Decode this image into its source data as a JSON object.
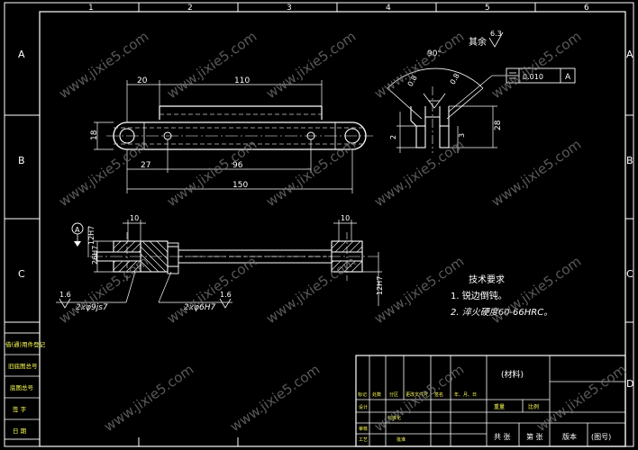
{
  "frame": {
    "col_numbers": [
      "1",
      "2",
      "3",
      "4",
      "5",
      "6"
    ],
    "row_letters": [
      "A",
      "B",
      "C",
      "D"
    ]
  },
  "watermark": "www.jixie5.com",
  "top_view": {
    "dims": [
      "20",
      "110",
      "18",
      "27",
      "96",
      "150"
    ]
  },
  "side_view": {
    "angle": "90°",
    "chamfer_left": "0.8",
    "chamfer_right": "0.8",
    "height": "28",
    "width_a": "2",
    "width_b": "3",
    "roughness_rest": "6.3",
    "rest_label": "其余",
    "tolerance_value": "0.010",
    "datum": "A"
  },
  "section_view": {
    "datum": "A",
    "fit_top_left": "12H7",
    "width_left": "10",
    "width_right": "10",
    "fit_left": "26H7",
    "fit_right": "12H7",
    "roughness_left": "1.6",
    "roughness_right": "1.6",
    "hole_left": "2xφ9js7",
    "hole_right": "2xφ6H7"
  },
  "tech_req": {
    "title": "技术要求",
    "items": [
      "1. 锐边倒钝。",
      "2. 淬火硬度60-66HRC。"
    ]
  },
  "side_labels": [
    "借(通)用件登记",
    "旧底图总号",
    "底图总号",
    "签  字",
    "日  期"
  ],
  "title_block": {
    "material": "(材料)",
    "headers": [
      "标记",
      "处数",
      "分区",
      "更改文件号",
      "签名",
      "年、月、日"
    ],
    "row_design": "设计",
    "row_standard": "标准化",
    "row_check": "审核",
    "row_process": "工艺",
    "row_approve": "批准",
    "weight": "重量",
    "scale": "比例",
    "sheets_total": "共  张",
    "sheet_no": "第  张",
    "version": "版本",
    "replace": "(图号)"
  }
}
